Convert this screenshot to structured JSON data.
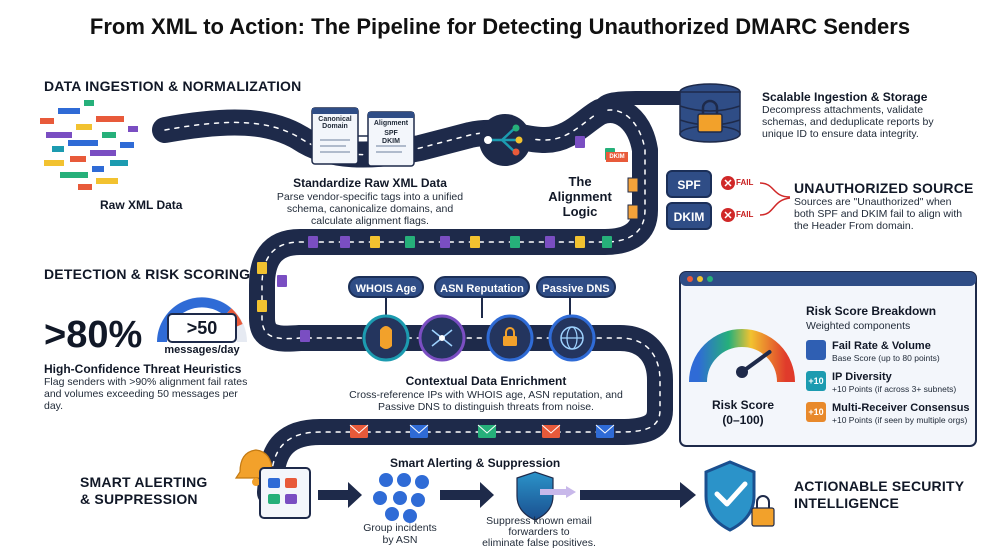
{
  "title": "From XML to Action: The Pipeline for Detecting Unauthorized DMARC Senders",
  "sections": {
    "ingestion": "DATA INGESTION & NORMALIZATION",
    "detection": "DETECTION & RISK SCORING",
    "alerting": "SMART ALERTING\n& SUPPRESSION"
  },
  "raw_xml": {
    "label": "Raw XML Data"
  },
  "standardize": {
    "title": "Standardize Raw XML Data",
    "desc": "Parse vendor-specific tags into a unified schema, canonicalize domains, and calculate alignment flags.",
    "doc_labels": [
      "Canonical Domain",
      "Alignment",
      "SPF",
      "DKIM"
    ]
  },
  "storage": {
    "title": "Scalable Ingestion & Storage",
    "desc": "Decompress attachments, validate schemas, and deduplicate reports by unique ID to ensure data integrity."
  },
  "alignment": {
    "label": "The Alignment Logic",
    "dkim_tag": "DKIM"
  },
  "checks": [
    {
      "name": "SPF",
      "status": "FAIL"
    },
    {
      "name": "DKIM",
      "status": "FAIL"
    }
  ],
  "unauthorized": {
    "title": "UNAUTHORIZED SOURCE",
    "desc": "Sources are \"Unauthorized\" when both SPF and DKIM fail to align with the Header From domain."
  },
  "heuristics": {
    "big_stat": ">80%",
    "gauge_value": ">50",
    "gauge_unit": "messages/day",
    "title": "High-Confidence Threat Heuristics",
    "desc": "Flag senders with >90% alignment fail rates and volumes exceeding 50 messages per day."
  },
  "enrichment": {
    "pills": [
      "WHOIS Age",
      "ASN Reputation",
      "Passive DNS"
    ],
    "title": "Contextual Data Enrichment",
    "desc": "Cross-reference IPs with WHOIS age, ASN reputation, and Passive DNS to distinguish threats from noise."
  },
  "risk": {
    "title": "Risk Score Breakdown",
    "subtitle": "Weighted components",
    "gauge_label": "Risk Score",
    "gauge_range": "(0–100)",
    "gauge_level": 0.8,
    "components": [
      {
        "badge": "",
        "name": "Fail Rate & Volume",
        "detail": "Base Score (up to 80 points)",
        "color": "#2f5fb3"
      },
      {
        "badge": "+10",
        "name": "IP Diversity",
        "detail": "+10 Points (if across 3+ subnets)",
        "color": "#1c9bb0"
      },
      {
        "badge": "+10",
        "name": "Multi-Receiver Consensus",
        "detail": "+10 Points (if seen by multiple orgs)",
        "color": "#e8892b"
      }
    ]
  },
  "alerting": {
    "title": "Smart Alerting & Suppression",
    "group": "Group incidents\nby ASN",
    "suppress": "Suppress known email\nforwarders to\neliminate false positives."
  },
  "actionable": {
    "title": "ACTIONABLE SECURITY\nINTELLIGENCE"
  },
  "colors": {
    "pipe": "#1e2a4a",
    "pipe_stripe": "#ffffff",
    "accent_blue": "#2f4d86",
    "fail_red": "#d02828",
    "teal": "#1c9bb0",
    "orange": "#e8892b",
    "purple": "#7a4ec2"
  },
  "icons": [
    "lock-icon",
    "database-icon",
    "document-icon",
    "envelope-icon",
    "bell-icon",
    "shield-check-icon",
    "globe-icon",
    "network-icon",
    "fingerprint-icon"
  ]
}
